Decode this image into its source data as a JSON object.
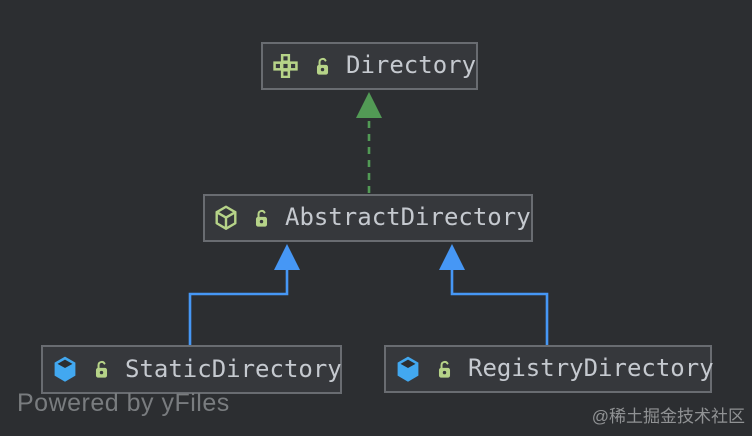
{
  "diagram": {
    "nodes": [
      {
        "id": "directory",
        "label": "Directory",
        "stereotype": "interface",
        "icon": "interface-icon",
        "locked": true
      },
      {
        "id": "abstract-directory",
        "label": "AbstractDirectory",
        "stereotype": "abstract-class",
        "icon": "abstract-class-icon",
        "locked": true
      },
      {
        "id": "static-directory",
        "label": "StaticDirectory",
        "stereotype": "class",
        "icon": "class-icon",
        "locked": true
      },
      {
        "id": "registry-directory",
        "label": "RegistryDirectory",
        "stereotype": "class",
        "icon": "class-icon",
        "locked": true
      }
    ],
    "edges": [
      {
        "from": "AbstractDirectory",
        "to": "Directory",
        "relation": "implements",
        "line": "dashed",
        "color": "#529a55"
      },
      {
        "from": "StaticDirectory",
        "to": "AbstractDirectory",
        "relation": "extends",
        "line": "solid",
        "color": "#4697f5"
      },
      {
        "from": "RegistryDirectory",
        "to": "AbstractDirectory",
        "relation": "extends",
        "line": "solid",
        "color": "#4697f5"
      }
    ]
  },
  "watermarks": {
    "powered_by": "Powered by yFiles",
    "community": "@稀土掘金技术社区"
  },
  "colors": {
    "background": "#2c2e31",
    "node_fill": "#36383c",
    "node_border": "#696c71",
    "node_text": "#c5c9cf",
    "icon_green": "#b6d388",
    "class_blue": "#42a8f0",
    "edge_implements": "#529a55",
    "edge_extends": "#4697f5",
    "watermark_gray": "#797c7f",
    "watermark_light": "#909294"
  }
}
